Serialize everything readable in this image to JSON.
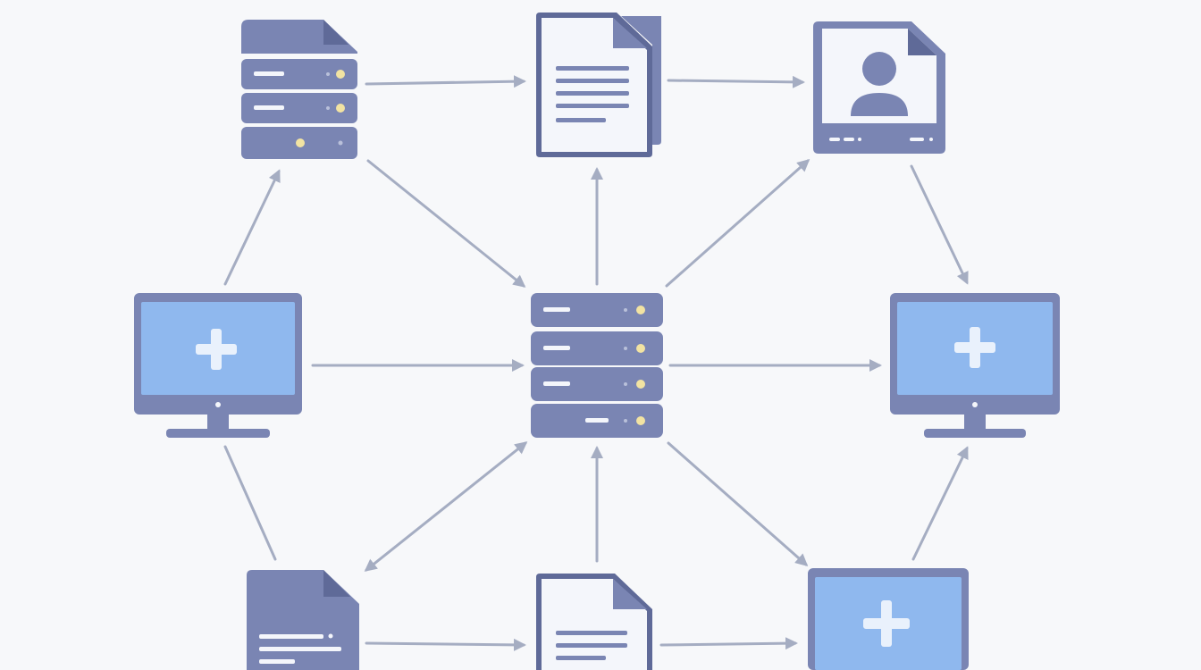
{
  "diagram": {
    "colors": {
      "background": "#f7f8fa",
      "node": "#7a85b3",
      "node_dark": "#5f6a98",
      "panel": "#f4f6fb",
      "screen": "#8fb8ee",
      "plus": "#e9f1fc",
      "led": "#f2e3a2",
      "arrow": "#a5adc2"
    },
    "nodes": [
      {
        "id": "server-top-left",
        "kind": "server",
        "icon": "server-icon"
      },
      {
        "id": "document-top-center",
        "kind": "document",
        "icon": "document-icon"
      },
      {
        "id": "profile-document-top-right",
        "kind": "profile-document",
        "icon": "user-profile-document-icon"
      },
      {
        "id": "monitor-middle-left",
        "kind": "monitor",
        "icon": "monitor-plus-icon"
      },
      {
        "id": "server-central-hub",
        "kind": "server",
        "icon": "server-stack-icon"
      },
      {
        "id": "monitor-middle-right",
        "kind": "monitor",
        "icon": "monitor-plus-icon"
      },
      {
        "id": "document-bottom-left",
        "kind": "document",
        "icon": "document-icon"
      },
      {
        "id": "document-bottom-center",
        "kind": "document",
        "icon": "document-icon"
      },
      {
        "id": "monitor-bottom-right",
        "kind": "monitor",
        "icon": "monitor-plus-icon"
      }
    ],
    "edges": [
      {
        "from": "server-top-left",
        "to": "document-top-center"
      },
      {
        "from": "document-top-center",
        "to": "profile-document-top-right"
      },
      {
        "from": "monitor-middle-left",
        "to": "server-top-left"
      },
      {
        "from": "server-top-left",
        "to": "server-central-hub"
      },
      {
        "from": "server-central-hub",
        "to": "document-top-center"
      },
      {
        "from": "server-central-hub",
        "to": "profile-document-top-right"
      },
      {
        "from": "profile-document-top-right",
        "to": "monitor-middle-right"
      },
      {
        "from": "monitor-middle-left",
        "to": "server-central-hub"
      },
      {
        "from": "server-central-hub",
        "to": "monitor-middle-right"
      },
      {
        "from": "document-bottom-left",
        "to": "monitor-middle-left",
        "arrowhead": false
      },
      {
        "from": "document-bottom-left",
        "to": "server-central-hub",
        "bidirectional": true
      },
      {
        "from": "document-bottom-center",
        "to": "server-central-hub"
      },
      {
        "from": "server-central-hub",
        "to": "monitor-bottom-right"
      },
      {
        "from": "document-bottom-left",
        "to": "document-bottom-center"
      },
      {
        "from": "document-bottom-center",
        "to": "monitor-bottom-right"
      },
      {
        "from": "monitor-bottom-right",
        "to": "monitor-middle-right"
      }
    ]
  }
}
